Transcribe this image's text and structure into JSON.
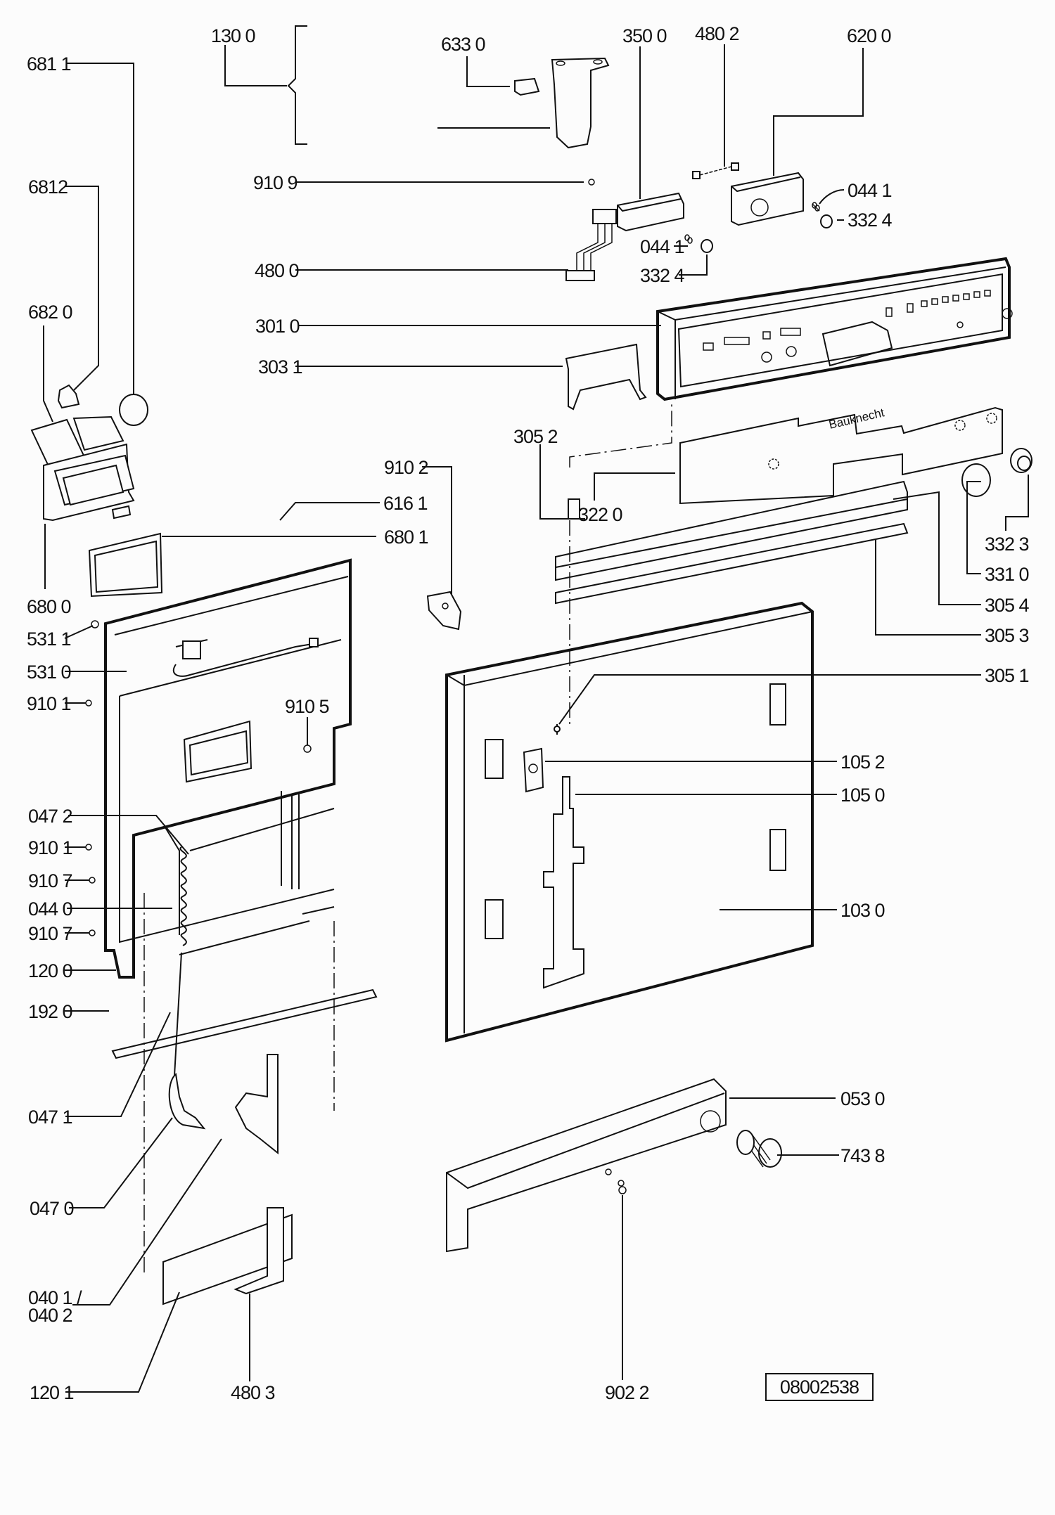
{
  "diagram": {
    "title": "Door and control panel exploded parts view",
    "reference_number": "08002538",
    "brand_logo": "Bauknecht",
    "labels": {
      "l6811": "681 1",
      "l6812": "6812",
      "l6820": "682 0",
      "l1300": "130 0",
      "l6330": "633 0",
      "l9109": "910 9",
      "l4800": "480 0",
      "l3010": "301 0",
      "l3031": "303 1",
      "l3500": "350 0",
      "l4802": "480 2",
      "l6200": "620 0",
      "l0441a": "044 1",
      "l3324a": "332 4",
      "l0441b": "044 1",
      "l3324b": "332 4",
      "l3052": "305 2",
      "l9102": "910 2",
      "l6161": "616 1",
      "l6801": "680 1",
      "l6800": "680 0",
      "l3220": "322 0",
      "l3323": "332 3",
      "l3310": "331 0",
      "l3054": "305 4",
      "l3053": "305 3",
      "l3051": "305 1",
      "l5311": "531 1",
      "l5310": "531 0",
      "l9101a": "910 1",
      "l9105": "910 5",
      "l0472": "047 2",
      "l9101b": "910 1",
      "l9107a": "910 7",
      "l0440": "044 0",
      "l9107b": "910 7",
      "l1200": "120 0",
      "l1920": "192 0",
      "l0471": "047 1",
      "l0470": "047 0",
      "l0401": "040 1 /",
      "l0402": "040 2",
      "l1201": "120 1",
      "l4803": "480 3",
      "l9022": "902 2",
      "l1052": "105 2",
      "l1050": "105 0",
      "l1030": "103 0",
      "l0530": "053 0",
      "l7438": "743 8"
    }
  }
}
